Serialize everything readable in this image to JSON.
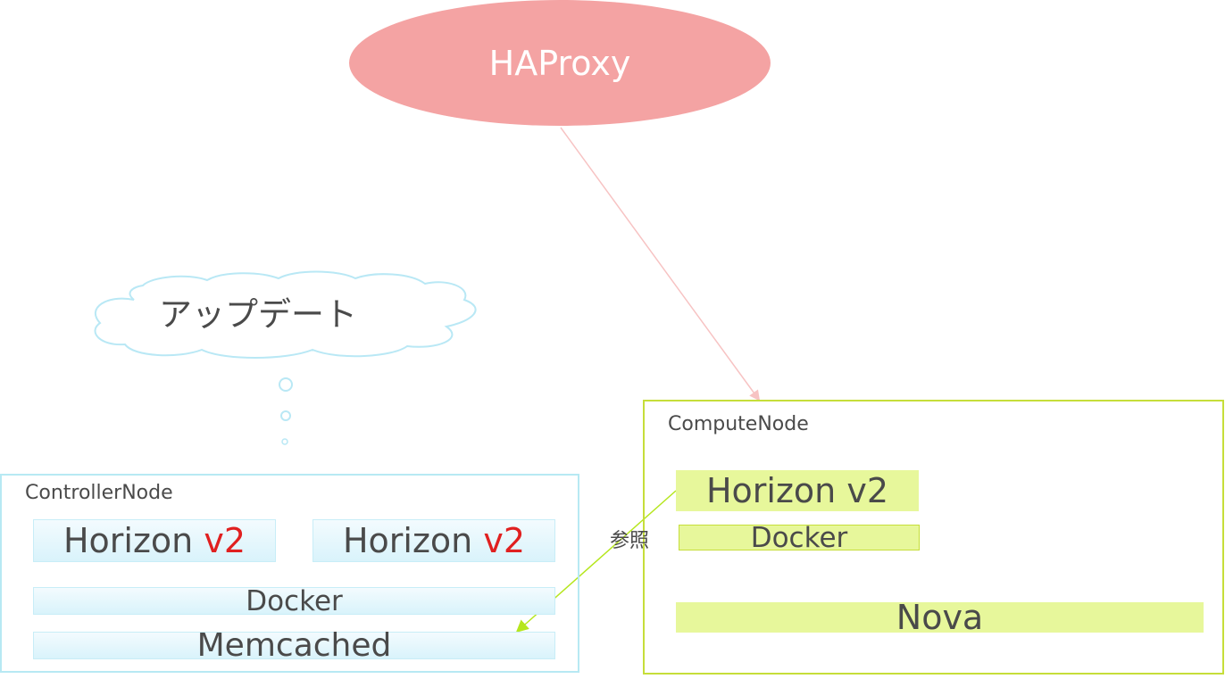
{
  "haproxy": {
    "label": "HAProxy"
  },
  "update_bubble": {
    "label": "アップデート"
  },
  "controller_node": {
    "title": "ControllerNode",
    "horizon": [
      {
        "name": "Horizon ",
        "version": "v2"
      },
      {
        "name": "Horizon ",
        "version": "v2"
      }
    ],
    "docker": "Docker",
    "memcached": "Memcached"
  },
  "compute_node": {
    "title": "ComputeNode",
    "horizon": "Horizon v2",
    "docker": "Docker",
    "nova": "Nova"
  },
  "reference_label": "参照",
  "colors": {
    "haproxy_fill": "#f4a3a3",
    "controller_border": "#b7e9f3",
    "compute_border": "#c6de3a",
    "compute_fill": "#e7f79b",
    "version_text": "#e02020",
    "haproxy_arrow": "#f7c3c3",
    "reference_arrow": "#b5e61d"
  }
}
